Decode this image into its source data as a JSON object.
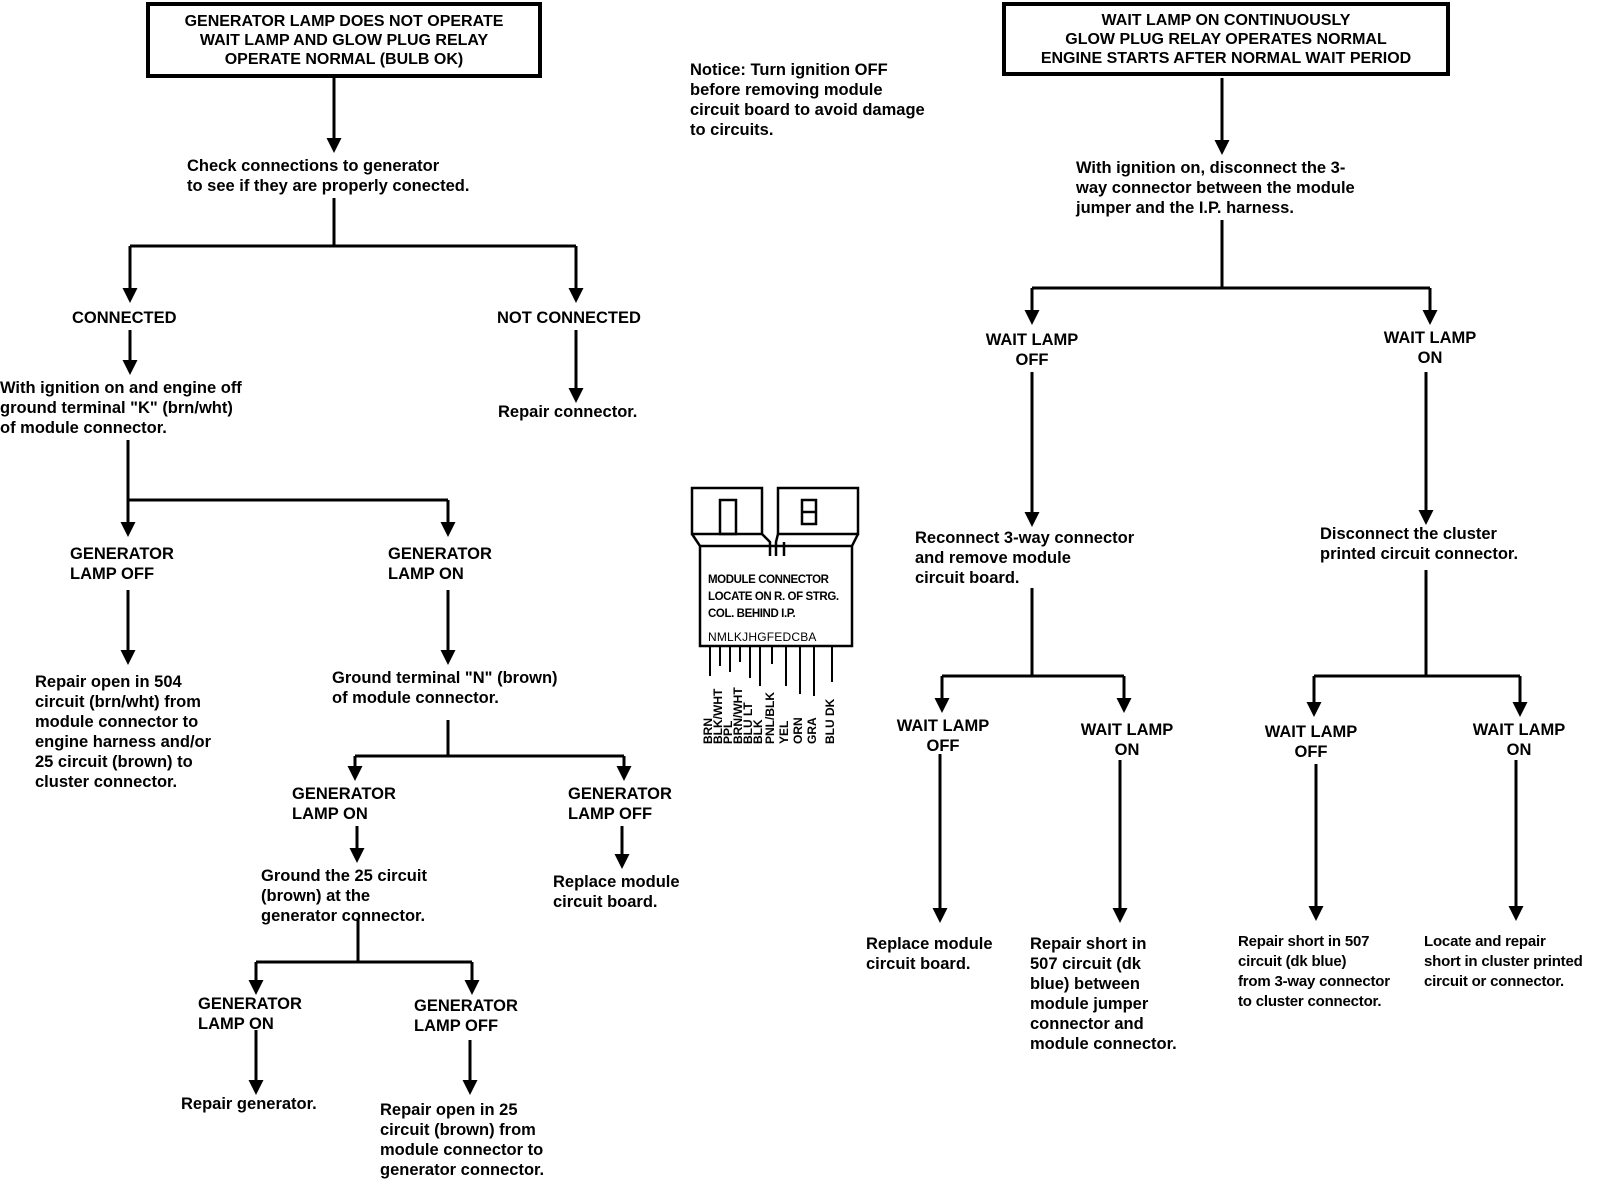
{
  "left": {
    "title": "GENERATOR LAMP DOES NOT OPERATE\nWAIT LAMP AND GLOW PLUG RELAY\nOPERATE NORMAL (BULB OK)",
    "check_connections": "Check connections to generator\nto see if they are properly conected.",
    "connected": "CONNECTED",
    "not_connected": "NOT CONNECTED",
    "repair_connector": "Repair connector.",
    "ground_k": "With ignition on and engine off\nground terminal \"K\" (brn/wht)\nof module connector.",
    "gen_lamp_off_1": "GENERATOR\nLAMP OFF",
    "gen_lamp_on_1": "GENERATOR\nLAMP ON",
    "repair_504": "Repair open in 504\ncircuit (brn/wht) from\nmodule connector to\nengine harness and/or\n25 circuit (brown) to\ncluster connector.",
    "ground_n": "Ground terminal \"N\" (brown)\nof module connector.",
    "gen_lamp_on_2": "GENERATOR\nLAMP ON",
    "gen_lamp_off_2": "GENERATOR\nLAMP OFF",
    "ground_25": "Ground the 25 circuit\n(brown) at the\ngenerator connector.",
    "replace_module_1": "Replace module\ncircuit board.",
    "gen_lamp_on_3": "GENERATOR\nLAMP ON",
    "gen_lamp_off_3": "GENERATOR\nLAMP OFF",
    "repair_generator": "Repair generator.",
    "repair_open_25": "Repair open in 25\ncircuit (brown) from\nmodule connector to\ngenerator connector."
  },
  "notice": "Notice: Turn ignition OFF\nbefore removing module\ncircuit board to avoid damage\nto circuits.",
  "connector": {
    "caption": "MODULE CONNECTOR\nLOCATE ON R. OF STRG.\nCOL. BEHIND I.P.",
    "terminals": "NMLKJHGFEDCBA",
    "wires": [
      "BRN",
      "BLK/WHT",
      "PPL",
      "BRN/WHT",
      "BLU LT",
      "BLK",
      "PNL/BLK",
      "YEL",
      "ORN",
      "GRA",
      "BLU DK"
    ]
  },
  "right": {
    "title": "WAIT LAMP ON CONTINUOUSLY\nGLOW PLUG RELAY OPERATES NORMAL\nENGINE STARTS AFTER NORMAL WAIT PERIOD",
    "disconnect_3way": "With ignition on, disconnect the 3-\nway connector between the module\njumper and the I.P. harness.",
    "wait_off_1": "WAIT LAMP\nOFF",
    "wait_on_1": "WAIT LAMP\nON",
    "reconnect": "Reconnect 3-way connector\nand remove module\ncircuit board.",
    "disconnect_cluster": "Disconnect the cluster\nprinted circuit connector.",
    "wait_off_2": "WAIT LAMP\nOFF",
    "wait_on_2": "WAIT LAMP\nON",
    "wait_off_3": "WAIT LAMP\nOFF",
    "wait_on_3": "WAIT LAMP\nON",
    "replace_module_2": "Replace module\ncircuit board.",
    "repair_short_507": "Repair short in\n507 circuit (dk\nblue) between\nmodule jumper\nconnector and\nmodule connector.",
    "repair_short_507b": "Repair short in 507\ncircuit (dk blue)\nfrom 3-way connector\nto cluster connector.",
    "locate_repair": "Locate and repair\nshort in cluster printed\ncircuit or connector."
  }
}
